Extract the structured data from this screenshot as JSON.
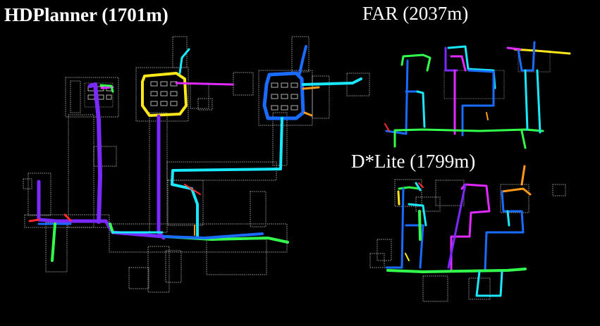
{
  "panels": {
    "hdplanner": {
      "title": "HDPlanner (1701m)"
    },
    "far": {
      "title": "FAR (2037m)"
    },
    "dstar": {
      "title": "D*Lite (1799m)"
    }
  },
  "colors": {
    "background": "#000000",
    "wall": "#bdbdbd",
    "trajectory": [
      "#ff2a2a",
      "#ff9a1a",
      "#ffe81a",
      "#33ff4d",
      "#1ae8ff",
      "#1a6bff",
      "#7a2aff",
      "#e02aff"
    ]
  }
}
